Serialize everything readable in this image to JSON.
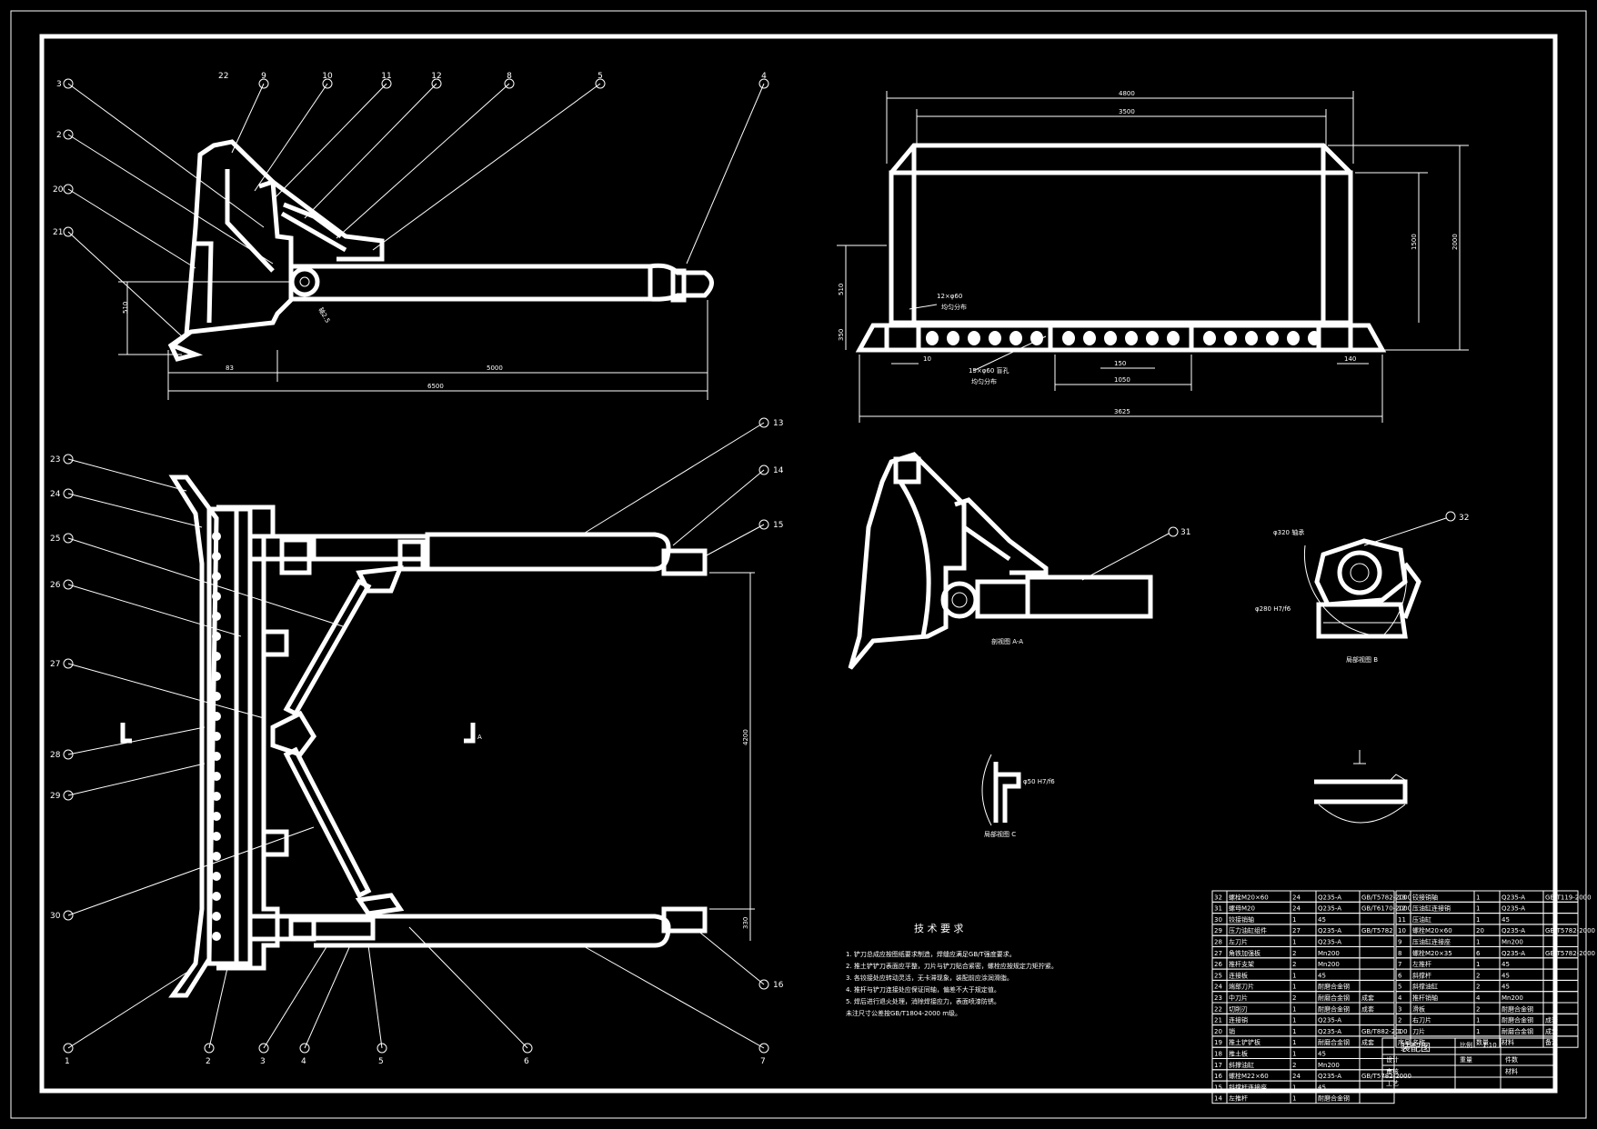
{
  "drawing": {
    "background": "#000000",
    "line_color": "#ffffff"
  },
  "side_view": {
    "dims": [
      "510",
      "83",
      "5000",
      "6500"
    ],
    "callouts": [
      "9",
      "10",
      "11",
      "12",
      "8",
      "5",
      "4",
      "3",
      "2",
      "20",
      "21",
      "22"
    ],
    "note": "轴2.5"
  },
  "front_view": {
    "dims": [
      "4800",
      "3500",
      "1500",
      "2000",
      "150",
      "1050",
      "3625",
      "140",
      "510",
      "350",
      "10"
    ],
    "note1a": "12×φ60",
    "note1b": "均匀分布",
    "note2a": "15×φ60 盲孔",
    "note2b": "均匀分布"
  },
  "plan_view": {
    "dims": [
      "4200",
      "330"
    ],
    "callouts_left": [
      "23",
      "24",
      "25",
      "26",
      "27",
      "28",
      "29",
      "30"
    ],
    "callouts_right": [
      "13",
      "14",
      "15",
      "16"
    ],
    "callouts_bottom": [
      "1",
      "2",
      "3",
      "4",
      "5",
      "6",
      "7"
    ],
    "section_mark": "A"
  },
  "section_aa": {
    "label": "剖视图 A-A",
    "callout": "31"
  },
  "detail_b": {
    "label": "局部视图 B",
    "callout": "32",
    "note": "φ320 轴承",
    "dim": "φ280 H7/f6"
  },
  "detail_c": {
    "label": "局部视图 C",
    "fit": "φ50 H7/f6"
  },
  "tech_req": {
    "title": "技 术 要 求",
    "lines": [
      "1. 铲刀总成应按图纸要求制造，焊缝应满足GB/T强度要求。",
      "2. 推土铲铲刀表面应平整，刀片与铲刀贴合紧密，螺栓应按规定力矩拧紧。",
      "3. 各铰接处应转动灵活，无卡滞现象，装配前应涂润滑脂。",
      "4. 推杆与铲刀连接处应保证同轴，偏差不大于规定值。",
      "5. 焊后进行退火处理，消除焊接应力，表面喷漆防锈。",
      "未注尺寸公差按GB/T1804-2000 m级。"
    ]
  },
  "title_block": {
    "drawing_title": "装配图",
    "scale_label": "比例",
    "scale_value": "1:10",
    "weight_label": "重量",
    "count_label": "件数",
    "material_label": "材料",
    "designer_label": "设计",
    "checker_label": "审核",
    "process_label": "工艺",
    "header": [
      "序号",
      "名称",
      "数量",
      "材料",
      "备注"
    ]
  },
  "bom_left": [
    {
      "no": "32",
      "name": "螺栓M20×60",
      "qty": "24",
      "mat": "Q235-A",
      "note": "GB/T5782-2000"
    },
    {
      "no": "31",
      "name": "螺母M20",
      "qty": "24",
      "mat": "Q235-A",
      "note": "GB/T6170-2000"
    },
    {
      "no": "30",
      "name": "铰接销轴",
      "qty": "1",
      "mat": "45",
      "note": ""
    },
    {
      "no": "29",
      "name": "压力油缸组件",
      "qty": "27",
      "mat": "Q235-A",
      "note": "GB/T5782"
    },
    {
      "no": "28",
      "name": "左刀片",
      "qty": "1",
      "mat": "Q235-A",
      "note": ""
    },
    {
      "no": "27",
      "name": "角铁加强板",
      "qty": "2",
      "mat": "Mn200",
      "note": ""
    },
    {
      "no": "26",
      "name": "推杆支架",
      "qty": "2",
      "mat": "Mn200",
      "note": ""
    },
    {
      "no": "25",
      "name": "连接板",
      "qty": "1",
      "mat": "45",
      "note": ""
    },
    {
      "no": "24",
      "name": "端部刀片",
      "qty": "1",
      "mat": "耐磨合金钢",
      "note": ""
    },
    {
      "no": "23",
      "name": "中刀片",
      "qty": "2",
      "mat": "耐磨合金钢",
      "note": "成套"
    },
    {
      "no": "22",
      "name": "切削刃",
      "qty": "1",
      "mat": "耐磨合金钢",
      "note": "成套"
    },
    {
      "no": "21",
      "name": "连接销",
      "qty": "1",
      "mat": "Q235-A",
      "note": ""
    },
    {
      "no": "20",
      "name": "销",
      "qty": "1",
      "mat": "Q235-A",
      "note": "GB/T882-2000"
    },
    {
      "no": "19",
      "name": "推土铲铲板",
      "qty": "1",
      "mat": "耐磨合金钢",
      "note": "成套"
    },
    {
      "no": "18",
      "name": "推土板",
      "qty": "1",
      "mat": "45",
      "note": ""
    },
    {
      "no": "17",
      "name": "斜撑油缸",
      "qty": "2",
      "mat": "Mn200",
      "note": ""
    },
    {
      "no": "16",
      "name": "螺栓M22×60",
      "qty": "24",
      "mat": "Q235-A",
      "note": "GB/T5782-2000"
    },
    {
      "no": "15",
      "name": "斜撑杆连接座",
      "qty": "1",
      "mat": "45",
      "note": ""
    },
    {
      "no": "14",
      "name": "左推杆",
      "qty": "1",
      "mat": "耐磨合金钢",
      "note": ""
    }
  ],
  "bom_right": [
    {
      "no": "13",
      "name": "铰接销轴",
      "qty": "1",
      "mat": "Q235-A",
      "note": "GB/T119-2000"
    },
    {
      "no": "12",
      "name": "压油缸连接销",
      "qty": "1",
      "mat": "Q235-A",
      "note": ""
    },
    {
      "no": "11",
      "name": "压油缸",
      "qty": "1",
      "mat": "45",
      "note": ""
    },
    {
      "no": "10",
      "name": "螺栓M20×60",
      "qty": "20",
      "mat": "Q235-A",
      "note": "GB/T5782-2000"
    },
    {
      "no": "9",
      "name": "压油缸连接座",
      "qty": "1",
      "mat": "Mn200",
      "note": ""
    },
    {
      "no": "8",
      "name": "螺栓M20×35",
      "qty": "6",
      "mat": "Q235-A",
      "note": "GB/T5782-2000"
    },
    {
      "no": "7",
      "name": "左推杆",
      "qty": "1",
      "mat": "45",
      "note": ""
    },
    {
      "no": "6",
      "name": "斜撑杆",
      "qty": "2",
      "mat": "45",
      "note": ""
    },
    {
      "no": "5",
      "name": "斜撑油缸",
      "qty": "2",
      "mat": "45",
      "note": ""
    },
    {
      "no": "4",
      "name": "推杆销轴",
      "qty": "4",
      "mat": "Mn200",
      "note": ""
    },
    {
      "no": "3",
      "name": "滑板",
      "qty": "2",
      "mat": "耐磨合金钢",
      "note": ""
    },
    {
      "no": "2",
      "name": "右刀片",
      "qty": "1",
      "mat": "耐磨合金钢",
      "note": "成套"
    },
    {
      "no": "1",
      "name": "刀片",
      "qty": "1",
      "mat": "耐磨合金钢",
      "note": "成套"
    }
  ]
}
